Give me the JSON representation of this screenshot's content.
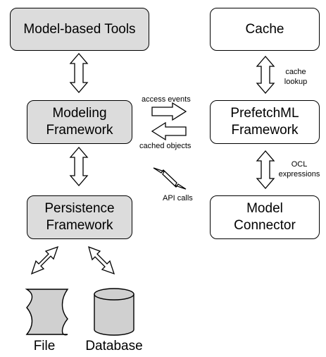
{
  "boxes": {
    "model_based_tools": "Model-based Tools",
    "cache": "Cache",
    "modeling_framework": "Modeling\nFramework",
    "prefetchml_framework": "PrefetchML\nFramework",
    "persistence_framework": "Persistence\nFramework",
    "model_connector": "Model\nConnector"
  },
  "labels": {
    "access_events": "access events",
    "cached_objects": "cached objects",
    "api_calls": "API calls",
    "cache_lookup": "cache\nlookup",
    "ocl_expressions": "OCL\nexpressions"
  },
  "storage": {
    "file": "File",
    "database": "Database"
  },
  "colors": {
    "gray_box": "#dcdcdc",
    "white_box": "#ffffff",
    "stroke": "#000000"
  }
}
